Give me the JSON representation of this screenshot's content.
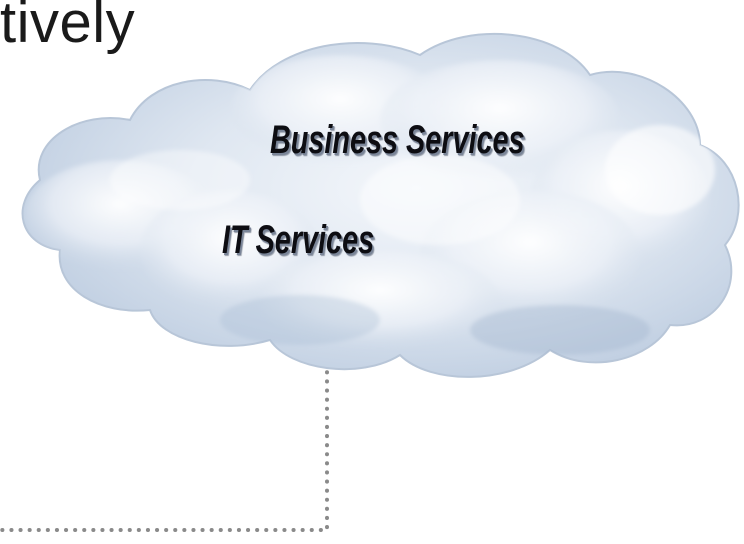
{
  "heading": {
    "fragment": "tively"
  },
  "cloud": {
    "labels": {
      "business_services": "Business Services",
      "it_services": "IT Services"
    },
    "colors": {
      "sky_light": "#f4f7fb",
      "sky_mid": "#c9d6e6",
      "sky_dark": "#9fb3cc",
      "connector": "#8a8a8a"
    }
  }
}
